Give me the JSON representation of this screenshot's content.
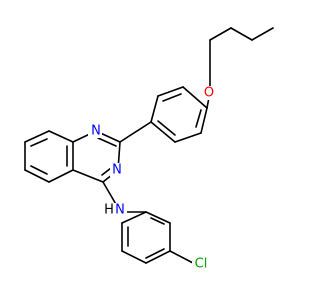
{
  "molecule": {
    "atoms": {
      "n1": "N",
      "n3": "N",
      "nh_n": "N",
      "nh_h": "H",
      "o": "O",
      "cl": "Cl"
    },
    "colors": {
      "bond": "#000000",
      "nitrogen": "#0000ff",
      "oxygen": "#ff0000",
      "chlorine": "#00a000",
      "hydrogen": "#000000"
    }
  }
}
